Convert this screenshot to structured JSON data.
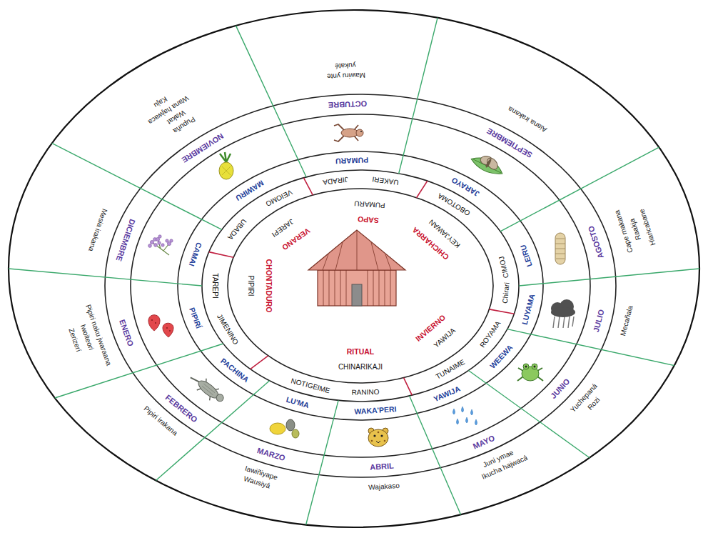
{
  "diagram": {
    "labels": [
      "Pipiri naku jwaraana",
      "Iwoiteori",
      "Zerizerí",
      "ENERO",
      "PIPIRÍ",
      "Pipiri irakana",
      "FEBRERO",
      "PACHINA",
      "Iawiñiyape",
      "Wausiyá",
      "MARZO",
      "LU'MA",
      "Wajakaso",
      "ABRIL",
      "WAKA'PERI",
      "Juni ymae",
      "Ikucha hajwacá",
      "MAYO",
      "YAWIJA",
      "Yuchepaná",
      "Rozi",
      "JUNIO",
      "WEEWA",
      "Mecañala",
      "JULIO",
      "LUYAMA",
      "Cape makana",
      "Raakja",
      "Hiaricabane",
      "AGOSTO",
      "LEIRU",
      "Aiana irakana",
      "SEPTIEMBRE",
      "JARAYO",
      "Mawiru ynte",
      "yukaté",
      "OCTUBRE",
      "PUMARU",
      "Pupuña",
      "Wakat",
      "Wana hajwaca",
      "Kaju",
      "NOVIEMBRE",
      "MAWIRU",
      "Mesia irakana",
      "DICIEMBRE",
      "CAMAI",
      "TAREPI",
      "JIMENINO",
      "NOTIGEIME",
      "RANINO",
      "TUNAIME",
      "ROYAMA",
      "Chirari",
      "CIMOJ",
      "OBOTOMA",
      "UAKERI",
      "JIRADA",
      "VEIOMO",
      "UBADA",
      "SAPO",
      "PUMARU",
      "CHICHARRA",
      "KEYJAWAN",
      "INVIERNO",
      "YAWIJA",
      "RITUAL",
      "CHINARIKAJI",
      "CHONTADURO",
      "PIPIRI",
      "VERANO",
      "JAREPI"
    ]
  }
}
